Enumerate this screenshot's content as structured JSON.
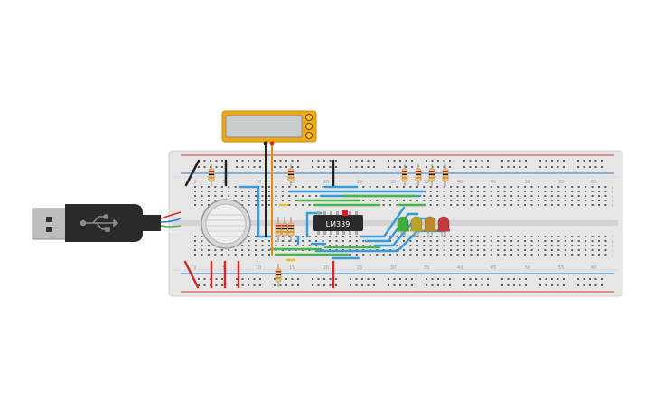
{
  "colors": {
    "board": "#e6e6e6",
    "hole": "#5e5e5e",
    "rail_red": "#e03030",
    "rail_blue": "#2a7fd6",
    "wire_blue": "#3a9bd8",
    "wire_green": "#4db34d",
    "wire_yellow": "#e6c229",
    "wire_orange": "#e08a1a",
    "wire_black": "#222222",
    "wire_red": "#d22a2a",
    "usb_body": "#2a2a2a",
    "meter_frame": "#f0a814",
    "chip": "#2b2b2b"
  },
  "components": {
    "chip_label": "LM339",
    "usb_icon": "usb-icon",
    "multimeter_icons": [
      "knob-icon",
      "knob-icon",
      "knob-icon"
    ]
  },
  "column_numbers": [
    "1",
    "5",
    "10",
    "15",
    "20",
    "25",
    "30",
    "35",
    "40",
    "45",
    "50",
    "55",
    "60"
  ],
  "row_letters_top": [
    "a",
    "b",
    "c",
    "d",
    "e"
  ],
  "row_letters_bottom": [
    "f",
    "g",
    "h",
    "i",
    "j"
  ],
  "leds": [
    {
      "color": "#3fae3f"
    },
    {
      "color": "#b7a52a"
    },
    {
      "color": "#b8892a"
    },
    {
      "color": "#c53a3a"
    }
  ]
}
